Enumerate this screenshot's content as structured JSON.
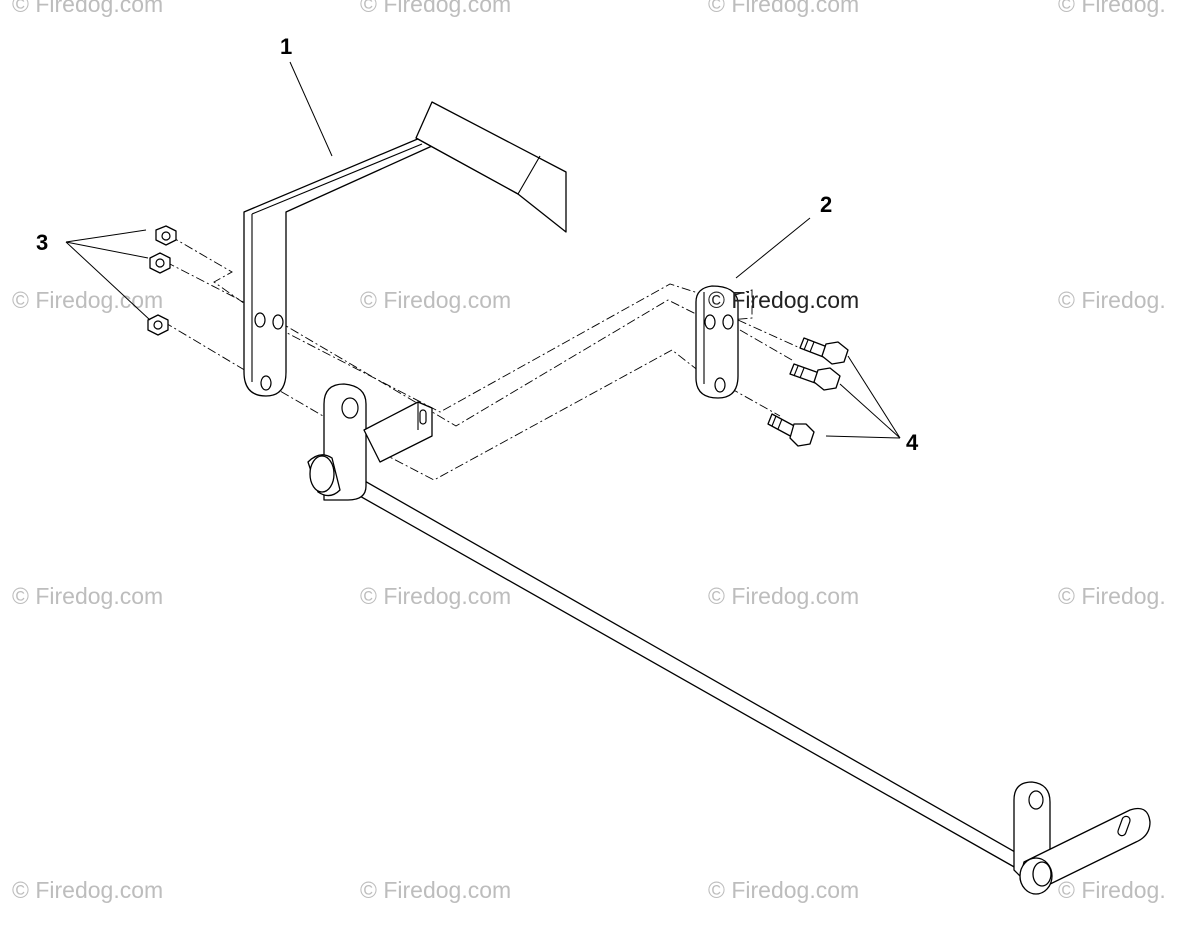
{
  "callouts": [
    "1",
    "2",
    "3",
    "4"
  ],
  "watermark": "© Firedog.com",
  "watermark_short": "© Firedog.",
  "colors": {
    "line": "#000000",
    "background": "#ffffff",
    "watermark": "#bdbdbd"
  }
}
